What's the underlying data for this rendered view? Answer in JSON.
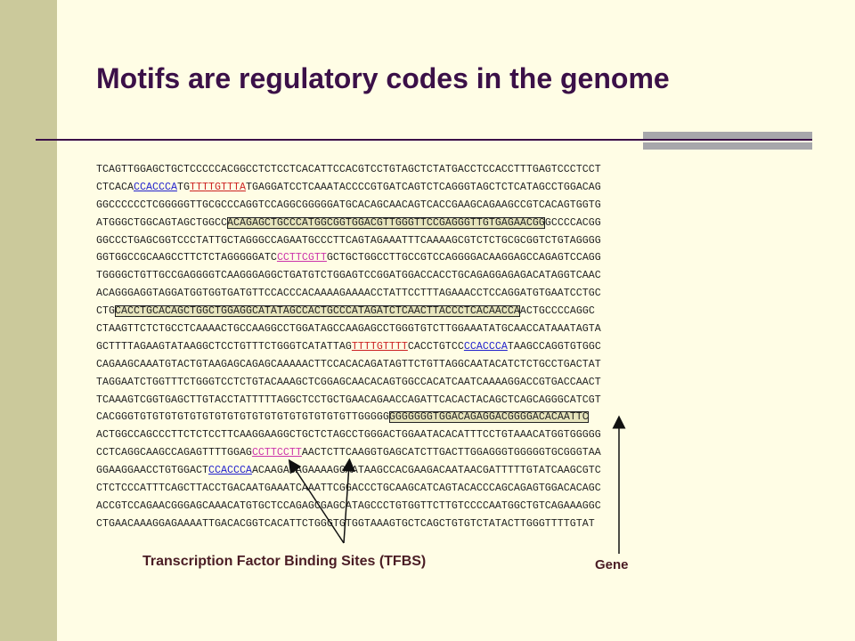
{
  "title": "Motifs are regulatory codes in the genome",
  "sequence_lines": [
    [
      {
        "t": "TCAGTTGGAGCTGCTCCCCCACGGCCTCTCCTCACATTCCACGTCCTGTAGCTCTATGACCTCCACCTTTGAGTCCCTCCT"
      }
    ],
    [
      {
        "t": "CTCACA"
      },
      {
        "t": "CCACCCA",
        "c": "blue"
      },
      {
        "t": "TG"
      },
      {
        "t": "TTTTGTTTA",
        "c": "red"
      },
      {
        "t": "TGAGGATCCTCAAATACCCCGTGATCAGTCTCAGGGTAGCTCTCATAGCCTGGACAG"
      }
    ],
    [
      {
        "t": "GGCCCCCCTCGGGGGTTGCGCCCAGGTCCAGGCGGGGGATGCACAGCAACAGTCACCGAAGCAGAAGCCGTCACAGTGGTG"
      }
    ],
    [
      {
        "t": "ATGGGCTGGCAGTAGCTGGCC"
      },
      {
        "t": "ACAGAGCTGCCCATGGCGGTGGACGTTGGGTTCCGAGGGTTGTGAGAACGG",
        "c": "box"
      },
      {
        "t": "GCCCCACGG"
      }
    ],
    [
      {
        "t": "GGCCCTGAGCGGTCCCTATTGCTAGGGCCAGAATGCCCTTCAGTAGAAATTTCAAAAGCGTCTCTGCGCGGTCTGTAGGGG"
      }
    ],
    [
      {
        "t": "GGTGGCCGCAAGCCTTCTCTAGGGGGATC"
      },
      {
        "t": "CCTTCGTT",
        "c": "pink"
      },
      {
        "t": "GCTGCTGGCCTTGCCGTCCAGGGGACAAGGAGCCAGAGTCCAGG"
      }
    ],
    [
      {
        "t": "TGGGGCTGTTGCCGAGGGGTCAAGGGAGGCTGATGTCTGGAGTCCGGATGGACCACCTGCAGAGGAGAGACATAGGTCAAC"
      }
    ],
    [
      {
        "t": "ACAGGGAGGTAGGATGGTGGTGATGTTCCACCCACAAAAGAAAACCTATTCCTTTAGAAACCTCCAGGATGTGAATCCTGC"
      }
    ],
    [
      {
        "t": "CTG"
      },
      {
        "t": "CACCTGCACAGCTGGCTGGAGGCATATAGCCACTGCCCATAGATCTCAACTTACCCTCACAACCA",
        "c": "box"
      },
      {
        "t": "ACTGCCCCAGGC"
      }
    ],
    [
      {
        "t": "CTAAGTTCTCTGCCTCAAAACTGCCAAGGCCTGGATAGCCAAGAGCCTGGGTGTCTTGGAAATATGCAACCATAAATAGTA"
      }
    ],
    [
      {
        "t": "GCTTTTAGAAGTATAAGGCTCCTGTTTCTGGGTCATATTAG"
      },
      {
        "t": "TTTTGTTTT",
        "c": "red"
      },
      {
        "t": "CACCTGTCC"
      },
      {
        "t": "CCACCCA",
        "c": "blue"
      },
      {
        "t": "TAAGCCAGGTGTGGC"
      }
    ],
    [
      {
        "t": "CAGAAGCAAATGTACTGTAAGAGCAGAGCAAAAACTTCCACACAGATAGTTCTGTTAGGCAATACATCTCTGCCTGACTAT"
      }
    ],
    [
      {
        "t": "TAGGAATCTGGTTTCTGGGTCCTCTGTACAAAGCTCGGAGCAACACAGTGGCCACATCAATCAAAAGGACCGTGACCAACT"
      }
    ],
    [
      {
        "t": "TCAAAGTCGGTGAGCTTGTACCTATTTTTAGGCTCCTGCTGAACAGAACCAGATTCACACTACAGCTCAGCAGGGCATCGT"
      }
    ],
    [
      {
        "t": "CACGGGTGTGTGTGTGTGTGTGTGTGTGTGTGTGTGTGTGTTGGGGG"
      },
      {
        "t": "GGGGGGGTGGACAGAGGACGGGGACACAATTC",
        "c": "box"
      }
    ],
    [
      {
        "t": "ACTGGCCAGCCCTTCTCTCCTTCAAGGAAGGCTGCTCTAGCCTGGGACTGGAATACACATTTCCTGTAAACATGGTGGGGG"
      }
    ],
    [
      {
        "t": "CCTCAGGCAAGCCAGAGTTTTGGAG"
      },
      {
        "t": "CCTTCCTT",
        "c": "pink"
      },
      {
        "t": "AACTCTTCAAGGTGAGCATCTTGACTTGGAGGGTGGGGGTGCGGGTAA"
      }
    ],
    [
      {
        "t": "GGAAGGAACCTGTGGACT"
      },
      {
        "t": "CCACCCA",
        "c": "blue"
      },
      {
        "t": "ACAAGACAGAAAAGGAATAAGCCACGAAGACAATAACGATTTTTGTATCAAGCGTC"
      }
    ],
    [
      {
        "t": "CTCTCCCATTTCAGCTTACCTGACAATGAAATCAAATTCGGACCCTGCAAGCATCAGTACACCCAGCAGAGTGGACACAGC"
      }
    ],
    [
      {
        "t": "ACCGTCCAGAACGGGAGCAAACATGTGCTCCAGAGCGAGCATAGCCCTGTGGTTCTTGTCCCCAATGGCTGTCAGAAAGGC"
      }
    ],
    [
      {
        "t": "CTGAACAAAGGAGAAAATTGACACGGTCACATTCTGGGTGTGGTAAAGTGCTCAGCTGTGTCTATACTTGGGTTTTGTAT"
      }
    ]
  ],
  "labels": {
    "tfbs": "Transcription Factor Binding Sites (TFBS)",
    "gene": "Gene"
  },
  "colors": {
    "title": "#3b1048",
    "background": "#fffde5",
    "sidebar": "#cbc99b",
    "tfbs_blue": "#2222cc",
    "tfbs_red": "#cc2222",
    "tfbs_pink": "#cc33aa"
  }
}
